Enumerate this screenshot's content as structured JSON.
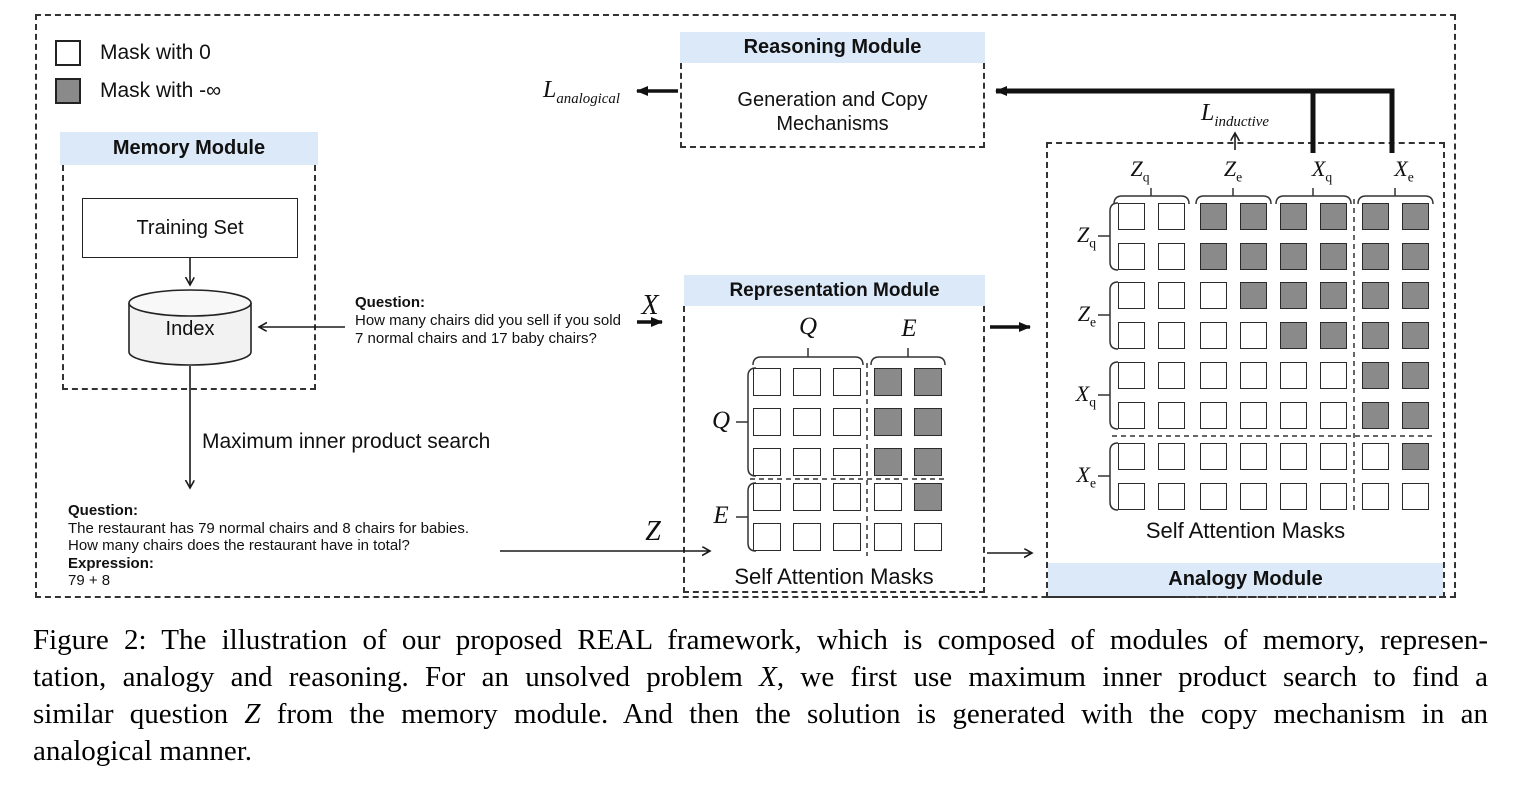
{
  "figure": {
    "colors": {
      "module_header_bg": "#dce9f8",
      "mask_gray": "#8a8a8a",
      "mask_white": "#ffffff",
      "line": "#1a1a1a",
      "cylinder_fill": "#f2f2f2"
    },
    "legend": [
      {
        "label": "Mask with 0",
        "type": "white"
      },
      {
        "label": "Mask with -∞",
        "type": "gray"
      }
    ],
    "memory": {
      "title": "Memory Module",
      "training_set": "Training Set",
      "index": "Index",
      "search_label": "Maximum inner product search"
    },
    "query": {
      "heading": "Question:",
      "lines": [
        "How many chairs did you sell if you sold",
        "7 normal chairs and 17 baby chairs?"
      ],
      "symbol": {
        "base": "X"
      }
    },
    "retrieved": {
      "heading": "Question:",
      "lines": [
        "The restaurant has 79 normal chairs and 8 chairs for babies.",
        "How many chairs does the restaurant have in total?"
      ],
      "expression_heading": "Expression:",
      "expression": "79 + 8",
      "symbol": {
        "base": "Z"
      }
    },
    "reasoning": {
      "title": "Reasoning Module",
      "body": [
        "Generation and Copy",
        "Mechanisms"
      ]
    },
    "losses": {
      "analogical": {
        "base": "L",
        "sub": "analogical"
      },
      "inductive": {
        "base": "L",
        "sub": "inductive"
      }
    },
    "representation": {
      "title": "Representation Module",
      "caption": "Self Attention Masks",
      "col_groups": [
        {
          "base": "Q"
        },
        {
          "base": "E"
        }
      ],
      "row_groups": [
        {
          "base": "Q"
        },
        {
          "base": "E"
        }
      ],
      "mask": [
        [
          0,
          0,
          0,
          1,
          1
        ],
        [
          0,
          0,
          0,
          1,
          1
        ],
        [
          0,
          0,
          0,
          1,
          1
        ],
        [
          0,
          0,
          0,
          0,
          1
        ],
        [
          0,
          0,
          0,
          0,
          0
        ]
      ]
    },
    "analogy": {
      "title": "Analogy Module",
      "caption": "Self Attention Masks",
      "col_groups": [
        {
          "base": "Z",
          "sub": "q"
        },
        {
          "base": "Z",
          "sub": "e"
        },
        {
          "base": "X",
          "sub": "q"
        },
        {
          "base": "X",
          "sub": "e"
        }
      ],
      "row_groups": [
        {
          "base": "Z",
          "sub": "q"
        },
        {
          "base": "Z",
          "sub": "e"
        },
        {
          "base": "X",
          "sub": "q"
        },
        {
          "base": "X",
          "sub": "e"
        }
      ],
      "mask": [
        [
          0,
          0,
          1,
          1,
          1,
          1,
          1,
          1
        ],
        [
          0,
          0,
          1,
          1,
          1,
          1,
          1,
          1
        ],
        [
          0,
          0,
          0,
          1,
          1,
          1,
          1,
          1
        ],
        [
          0,
          0,
          0,
          0,
          1,
          1,
          1,
          1
        ],
        [
          0,
          0,
          0,
          0,
          0,
          0,
          1,
          1
        ],
        [
          0,
          0,
          0,
          0,
          0,
          0,
          1,
          1
        ],
        [
          0,
          0,
          0,
          0,
          0,
          0,
          0,
          1
        ],
        [
          0,
          0,
          0,
          0,
          0,
          0,
          0,
          0
        ]
      ]
    }
  },
  "caption": {
    "lines": [
      [
        {
          "t": "Figure 2: The illustration of our proposed REAL framework, which is composed of modules of memory, represen-"
        }
      ],
      [
        {
          "t": "tation, analogy and reasoning. For an unsolved problem "
        },
        {
          "t": "X",
          "i": true
        },
        {
          "t": ", we first use maximum inner product search to find a"
        }
      ],
      [
        {
          "t": "similar question "
        },
        {
          "t": "Z",
          "i": true
        },
        {
          "t": " from the memory module. And then the solution is generated with the copy mechanism in an"
        }
      ],
      [
        {
          "t": "analogical manner."
        }
      ]
    ]
  }
}
